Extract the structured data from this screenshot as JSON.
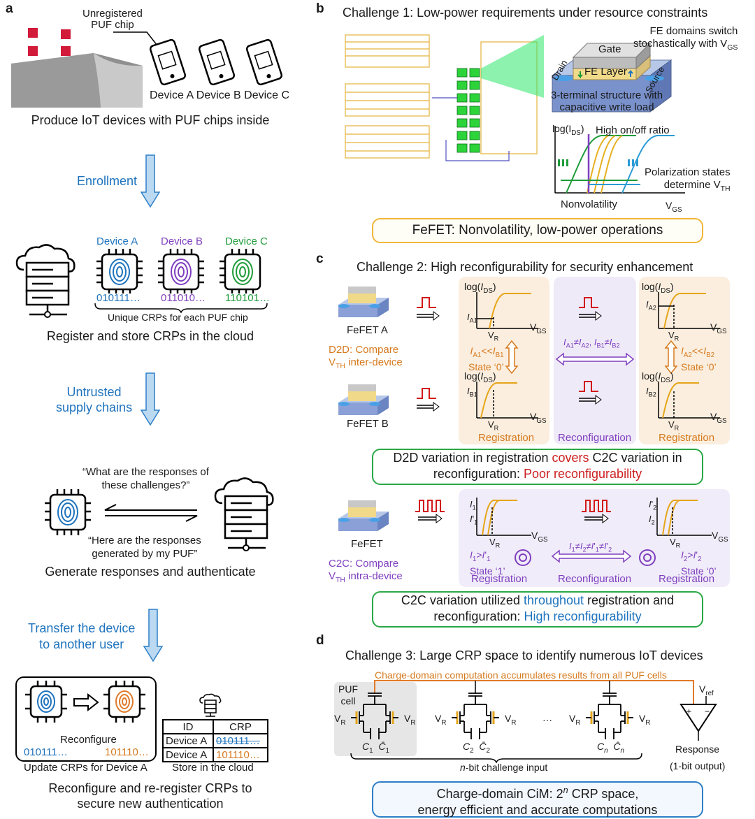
{
  "panel_a": {
    "letter": "a",
    "unregistered": "Unregistered\nPUF chip",
    "unregistered_l1": "Unregistered",
    "unregistered_l2": "PUF chip",
    "devices_row": "Device A Device B Device C",
    "produce": "Produce IoT devices with PUF chips inside",
    "enrollment": "Enrollment",
    "device_a": "Device A",
    "device_b": "Device B",
    "device_c": "Device C",
    "code_a": "010111…",
    "code_b": "011010…",
    "code_c": "110101…",
    "unique": "Unique CRPs for each PUF chip",
    "register": "Register and store CRPs in the cloud",
    "untrusted_l1": "Untrusted",
    "untrusted_l2": "supply chains",
    "q_l1": "“What are the responses of",
    "q_l2": "these challenges?”",
    "a_l1": "“Here are the responses",
    "a_l2": "generated by my PUF”",
    "generate": "Generate responses and authenticate",
    "transfer_l1": "Transfer the device",
    "transfer_l2": "to another user",
    "reconfigure": "Reconfigure",
    "code_old": "010111…",
    "code_new": "101110…",
    "update": "Update CRPs for Device A",
    "table_headers": [
      "ID",
      "CRP"
    ],
    "table_rows": [
      [
        "Device A",
        "010111…"
      ],
      [
        "Device A",
        "101110…"
      ]
    ],
    "store": "Store in the cloud",
    "final_l1": "Reconfigure and re-register CRPs to",
    "final_l2": "secure new authentication"
  },
  "panel_b": {
    "letter": "b",
    "title": "Challenge 1: Low-power requirements under resource constraints",
    "gate": "Gate",
    "fe_layer": "FE Layer",
    "drain": "Drain",
    "source": "Source",
    "fe_switch_l1": "FE domains switch",
    "fe_switch_l2": "stochastically with V",
    "fe_switch_sub": "GS",
    "terminal_l1": "3-terminal structure with",
    "terminal_l2": "capacitive write load",
    "logids": "log(I",
    "logids_sub": "DS",
    "high_onoff": "High on/off ratio",
    "polar_l1": "Polarization states",
    "polar_l2": "determine V",
    "polar_sub": "TH",
    "nonvolatility": "Nonvolatility",
    "vgs": "V",
    "vgs_sub": "GS",
    "box": "FeFET: Nonvolatility, low-power operations"
  },
  "panel_c": {
    "letter": "c",
    "title": "Challenge 2: High reconfigurability for security enhancement",
    "fefet_a": "FeFET A",
    "fefet_b": "FeFET B",
    "fefet": "FeFET",
    "d2d_l1": "D2D: Compare",
    "d2d_l2": "V",
    "d2d_l2b": " inter-device",
    "c2c_l1": "C2C: Compare",
    "c2c_l2b": " intra-device",
    "registration": "Registration",
    "reconfiguration": "Reconfiguration",
    "state0": "State ‘0’",
    "state1": "State ‘1’",
    "box1_pre": "D2D variation in registration ",
    "box1_covers": "covers",
    "box1_post": " C2C variation in",
    "box1_l2_pre": "reconfiguration: ",
    "box1_poor": "Poor reconfigurability",
    "box2_pre": "C2C variation utilized ",
    "box2_through": "throughout",
    "box2_post": " registration and",
    "box2_l2_pre": "reconfiguration:  ",
    "box2_high": "High reconfigurability"
  },
  "panel_d": {
    "letter": "d",
    "title": "Challenge 3: Large CRP space to identify numerous IoT devices",
    "charge": "Charge-domain computation accumulates results from all PUF cells",
    "puf_l1": "PUF",
    "puf_l2": "cell",
    "vr": "V",
    "vr_sub": "R",
    "vref_sub": "ref",
    "dots": "···",
    "response": "Response",
    "onebit": "(1-bit output)",
    "nbit_n": "n",
    "nbit": "-bit challenge input",
    "box_l1_pre": "Charge-domain CiM: 2",
    "box_l1_sup": "n",
    "box_l1_post": " CRP space,",
    "box_l2": "energy efficient and accurate computations"
  },
  "colors": {
    "blue": "#1e73be",
    "purple": "#7f3fbf",
    "green": "#1e9c3a",
    "orange": "#d67a1e",
    "red": "#cc1f1f",
    "gold": "#f0b63a"
  }
}
